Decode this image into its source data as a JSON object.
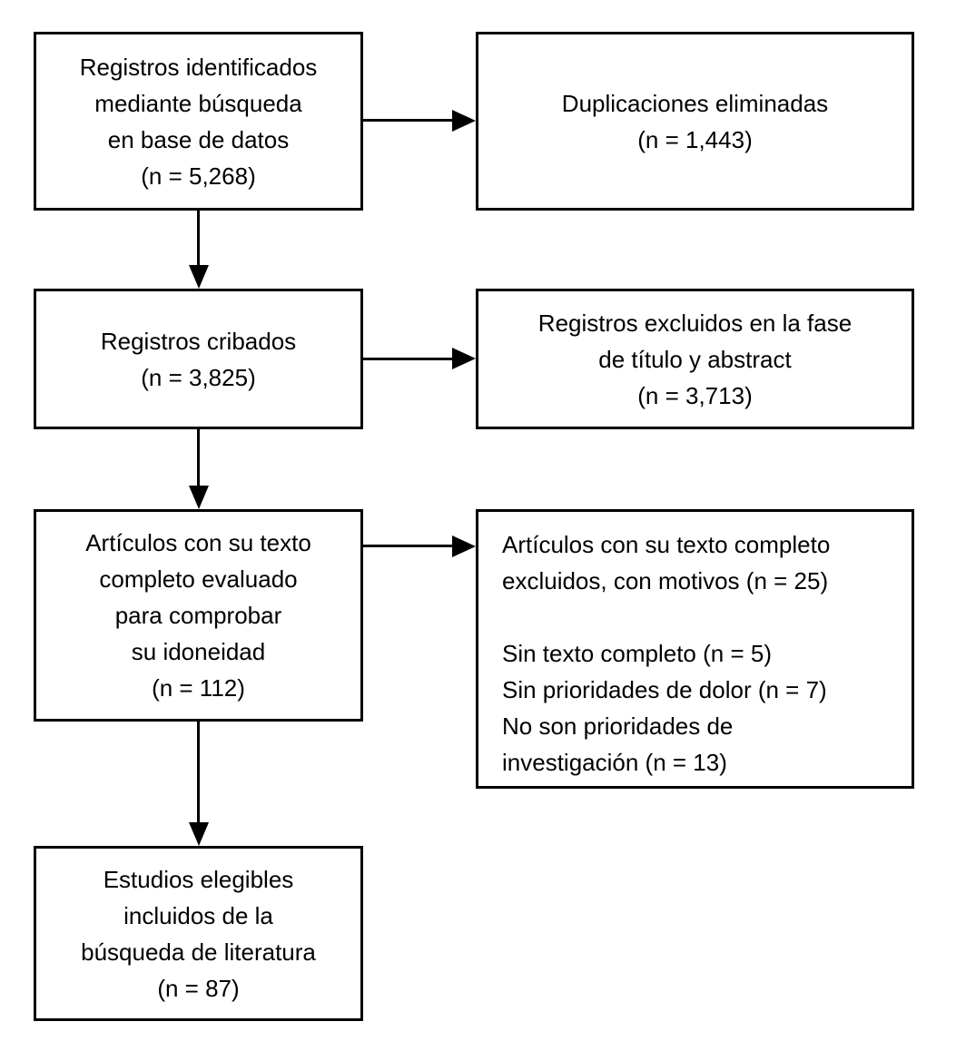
{
  "colors": {
    "border": "#000000",
    "background": "#ffffff",
    "text": "#000000"
  },
  "boxes": {
    "identified": {
      "text": "Registros identificados\nmediante búsqueda\nen base de datos\n(n = 5,268)"
    },
    "duplicates_removed": {
      "text": "Duplicaciones eliminadas\n(n = 1,443)"
    },
    "screened": {
      "text": "Registros cribados\n(n = 3,825)"
    },
    "excluded_title_abstract": {
      "text": "Registros excluidos en la fase\nde título y abstract\n(n = 3,713)"
    },
    "fulltext_assessed": {
      "text": "Artículos con su texto\ncompleto evaluado\npara comprobar\nsu idoneidad\n(n = 112)"
    },
    "fulltext_excluded": {
      "text": "Artículos con su texto completo\nexcluidos, con motivos (n = 25)\n\nSin texto completo (n = 5)\nSin prioridades de dolor (n = 7)\nNo son prioridades de\ninvestigación (n = 13)"
    },
    "included": {
      "text": "Estudios elegibles\nincluidos de la\nbúsqueda de literatura\n(n = 87)"
    }
  }
}
